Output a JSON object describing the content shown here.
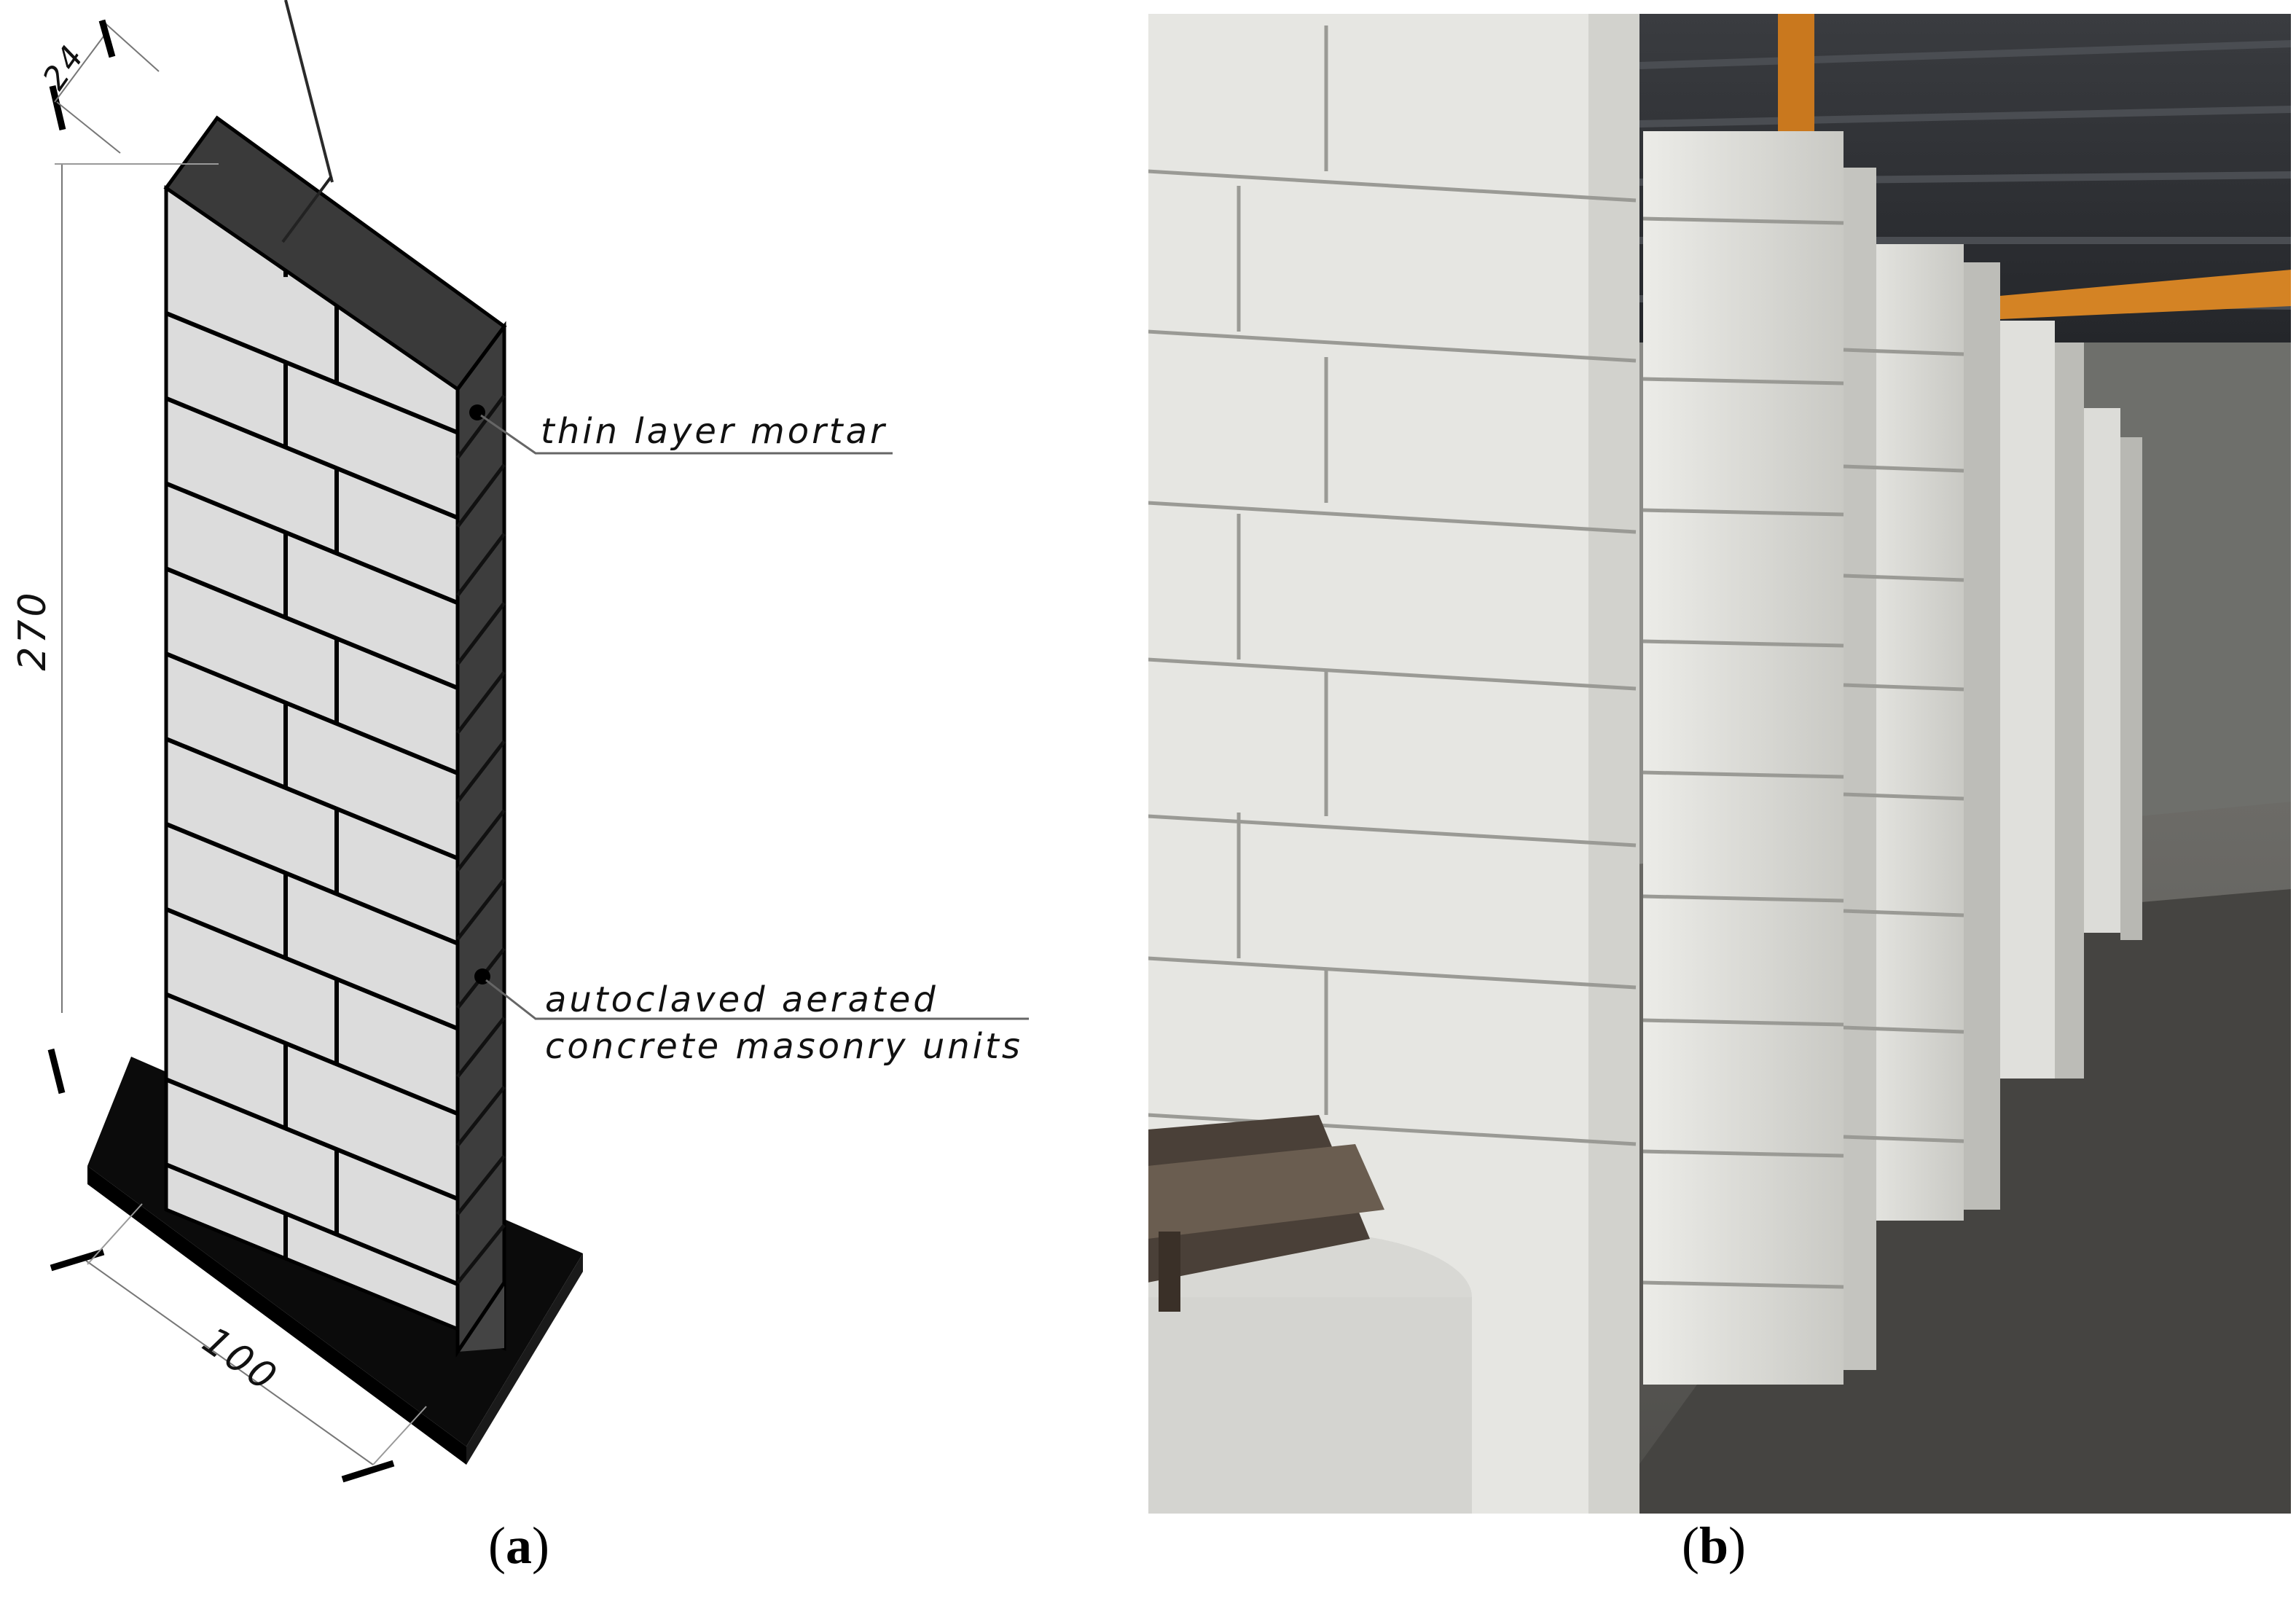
{
  "panel_a": {
    "dim_thickness": "24",
    "dim_height": "270",
    "dim_length": "100",
    "label_mortar": "thin layer mortar",
    "label_units_line1": "autoclaved aerated",
    "label_units_line2": "concrete masonry units",
    "caption_open": "(",
    "caption_letter": "a",
    "caption_close": ")"
  },
  "panel_b": {
    "caption_open": "(",
    "caption_letter": "b",
    "caption_close": ")"
  },
  "colors": {
    "block_face": "#dcdcdc",
    "block_top": "#3a3a3a",
    "block_side": "#444444",
    "base": "#0a0a0a",
    "photo_block": "#e4e4e0",
    "photo_floor": "#5a5a58",
    "photo_ceiling": "#2e3033",
    "crane_orange": "#c9781e"
  }
}
